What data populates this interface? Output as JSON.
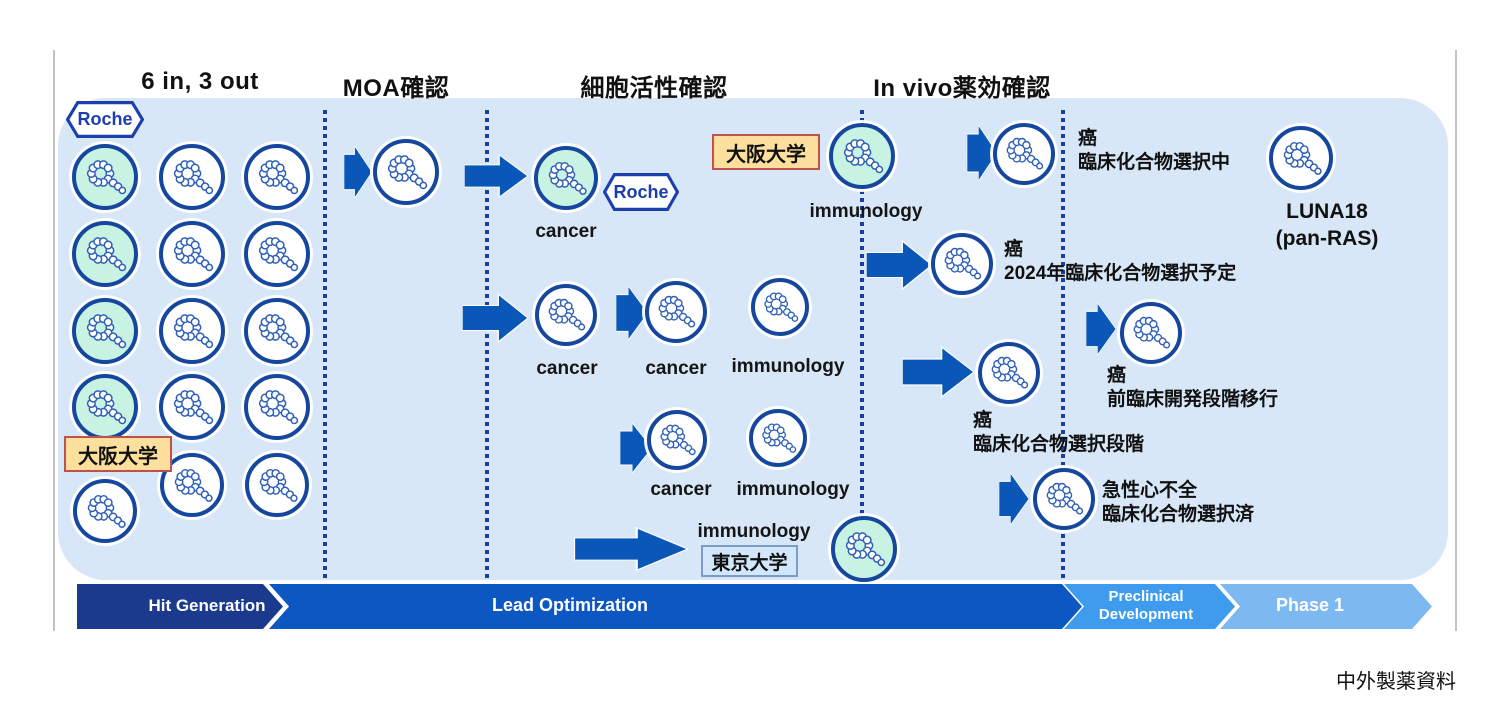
{
  "header": {
    "stage_titles": [
      {
        "text": "6 in, 3 out"
      },
      {
        "text": "MOA確認"
      },
      {
        "text": "細胞活性確認"
      },
      {
        "text": "In vivo薬効確認"
      }
    ]
  },
  "badges": {
    "roche_top": "Roche",
    "roche_mid": "Roche",
    "osaka_left": "大阪大学",
    "osaka_mid": "大阪大学",
    "tokyo": "東京大学"
  },
  "molecule_labels": [
    {
      "text": "cancer"
    },
    {
      "text": "cancer"
    },
    {
      "text": "cancer"
    },
    {
      "text": "immunology"
    },
    {
      "text": "cancer"
    },
    {
      "text": "immunology"
    },
    {
      "text": "immunology"
    },
    {
      "text": "immunology"
    }
  ],
  "annotations": [
    {
      "line1": "癌",
      "line2": "臨床化合物選択中"
    },
    {
      "line1": "癌",
      "line2": "2024年臨床化合物選択予定"
    },
    {
      "line1": "癌",
      "line2": "前臨床開発段階移行"
    },
    {
      "line1": "癌",
      "line2": "臨床化合物選択段階"
    },
    {
      "line1": "急性心不全",
      "line2": "臨床化合物選択済"
    }
  ],
  "luna": {
    "name": "LUNA18",
    "target": "(pan-RAS)"
  },
  "banner": {
    "segments": [
      {
        "label": "Hit Generation"
      },
      {
        "label": "Lead Optimization"
      },
      {
        "label": "Preclinical",
        "label2": "Development"
      },
      {
        "label": "Phase 1"
      }
    ]
  },
  "caption": "中外製薬資料",
  "colors": {
    "panel": "#d8e7f7",
    "circle_border": "#16479e",
    "peptide_stroke": "#2e5fb8",
    "mint_fill": "#c8f2e2",
    "arrow_fill": "#0b57b8",
    "dotted_line": "#1b3f9e",
    "osaka_badge_bg": "#fcdf9c",
    "osaka_badge_border": "#c0504d",
    "tokyo_badge_bg": "#d2e7fa",
    "banner_hit": "#1b3a8e",
    "banner_lead": "#0d57c2",
    "banner_preclinical": "#3f9bee",
    "banner_phase1": "#7db9f0"
  }
}
